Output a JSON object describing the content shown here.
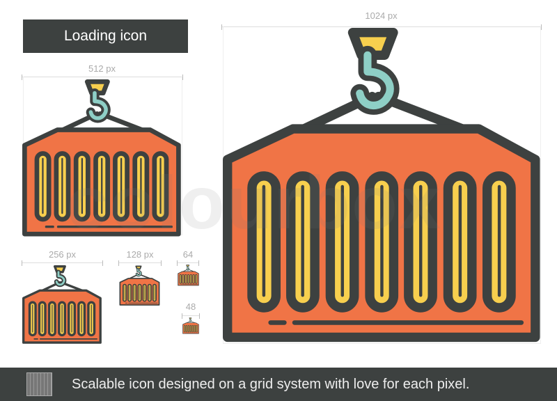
{
  "title": "Loading icon",
  "sizes": {
    "s1024": "1024 px",
    "s512": "512 px",
    "s256": "256 px",
    "s128": "128 px",
    "s64": "64",
    "s48": "48"
  },
  "watermark": "colourbox",
  "footer": {
    "text": "Scalable icon designed on a grid system with love for each pixel."
  },
  "colors": {
    "outline": "#3d4140",
    "container": "#f07446",
    "slot": "#f7cf4e",
    "hook": "#8ecfc6",
    "cap": "#f7cf4e"
  }
}
